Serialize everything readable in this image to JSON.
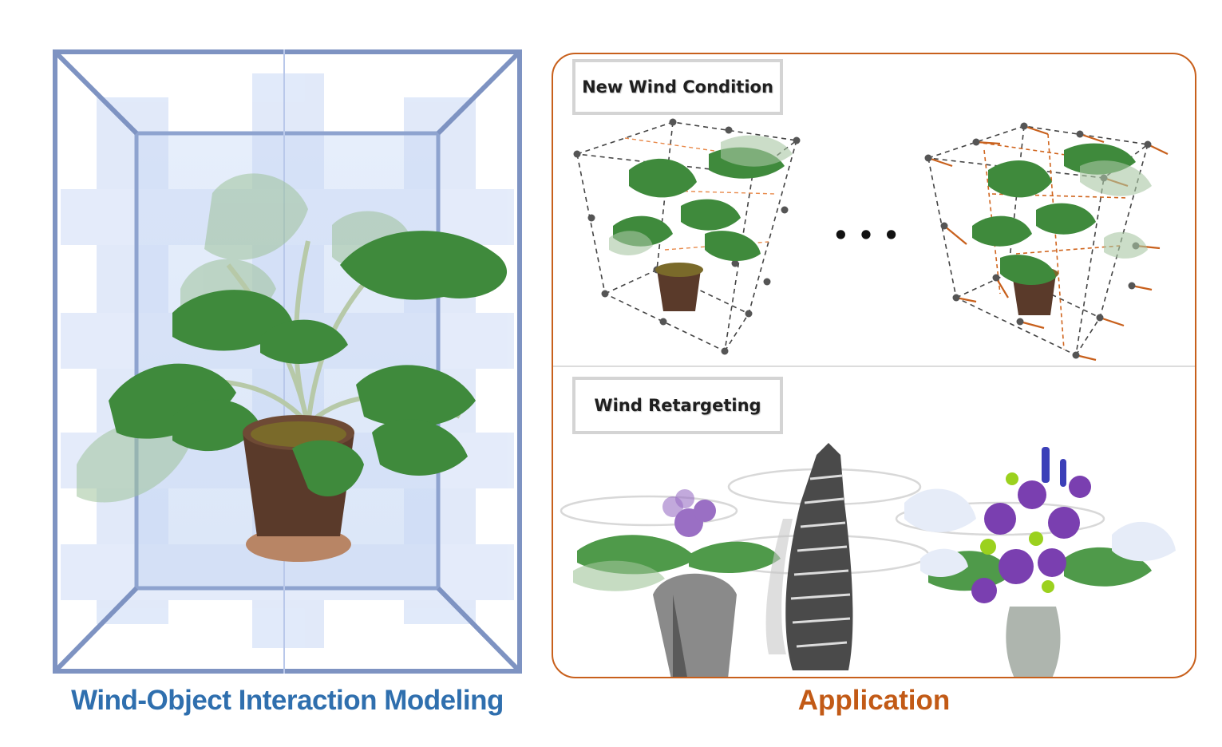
{
  "left": {
    "caption": "Wind-Object Interaction Modeling",
    "frame_color": "#7e93c2",
    "caption_color": "#2f6fae",
    "icon": "potted-plant-in-wind-grid"
  },
  "right": {
    "caption": "Application",
    "border_color": "#c8601c",
    "caption_color": "#c25a16",
    "sections": [
      {
        "label": "New Wind Condition",
        "icon": "plant-in-wind-cube-with-arrows"
      },
      {
        "label": "Wind Retargeting",
        "icon": "wind-swirl-over-objects"
      }
    ],
    "ellipsis": "• • •"
  }
}
